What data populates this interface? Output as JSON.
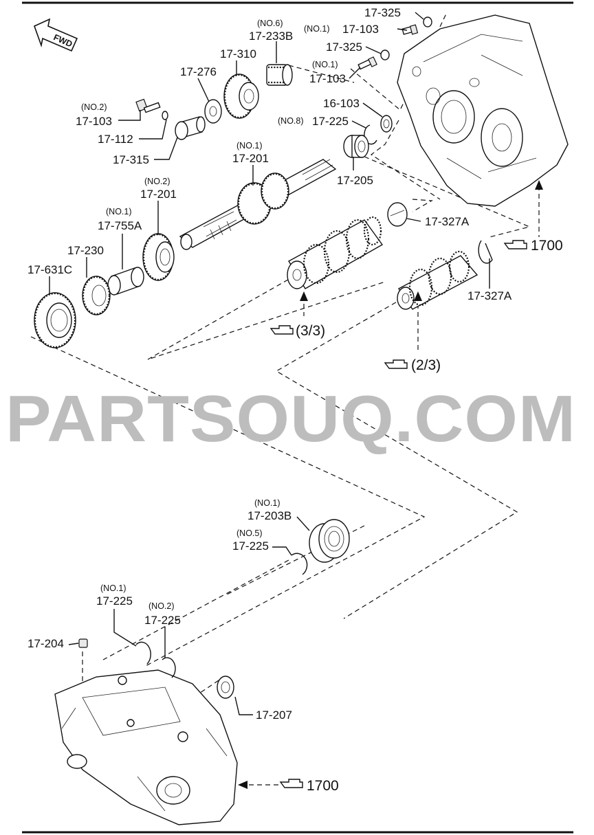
{
  "watermark": "PARTSOUQ.COM",
  "fwd_label": "FWD",
  "callouts": {
    "c_17_325_top": "17-325",
    "c_17_103_no1_top_qual": "(NO.1)",
    "c_17_103_no1_top": "17-103",
    "c_17_325_mid": "17-325",
    "c_17_103_no1_mid_qual": "(NO.1)",
    "c_17_103_no1_mid": "17-103",
    "c_17_233b_qual": "(NO.6)",
    "c_17_233b": "17-233B",
    "c_17_310": "17-310",
    "c_17_276": "17-276",
    "c_17_103_no2_qual": "(NO.2)",
    "c_17_103_no2": "17-103",
    "c_17_112": "17-112",
    "c_17_315": "17-315",
    "c_16_103": "16-103",
    "c_17_225_no8_qual": "(NO.8)",
    "c_17_225_no8": "17-225",
    "c_17_201_no1_qual": "(NO.1)",
    "c_17_201_no1": "17-201",
    "c_17_205": "17-205",
    "c_17_201_no2_qual": "(NO.2)",
    "c_17_201_no2": "17-201",
    "c_17_755a_qual": "(NO.1)",
    "c_17_755a": "17-755A",
    "c_17_230": "17-230",
    "c_17_631c": "17-631C",
    "c_17_327a_top": "17-327A",
    "c_17_327a_right": "17-327A",
    "c_17_203b_qual": "(NO.1)",
    "c_17_203b": "17-203B",
    "c_17_225_no5_qual": "(NO.5)",
    "c_17_225_no5": "17-225",
    "c_17_225_no1_qual": "(NO.1)",
    "c_17_225_no1": "17-225",
    "c_17_225_no2_qual": "(NO.2)",
    "c_17_225_no2": "17-225",
    "c_17_204": "17-204",
    "c_17_207": "17-207"
  },
  "references": {
    "ref_1700_top": "1700",
    "ref_1700_bottom": "1700",
    "ref_3_3": "(3/3)",
    "ref_2_3": "(2/3)"
  },
  "colors": {
    "line": "#111111",
    "watermark": "#bdbdbd",
    "background": "#ffffff"
  },
  "icons": [
    "hand-pointer-icon",
    "fwd-arrow-icon"
  ]
}
